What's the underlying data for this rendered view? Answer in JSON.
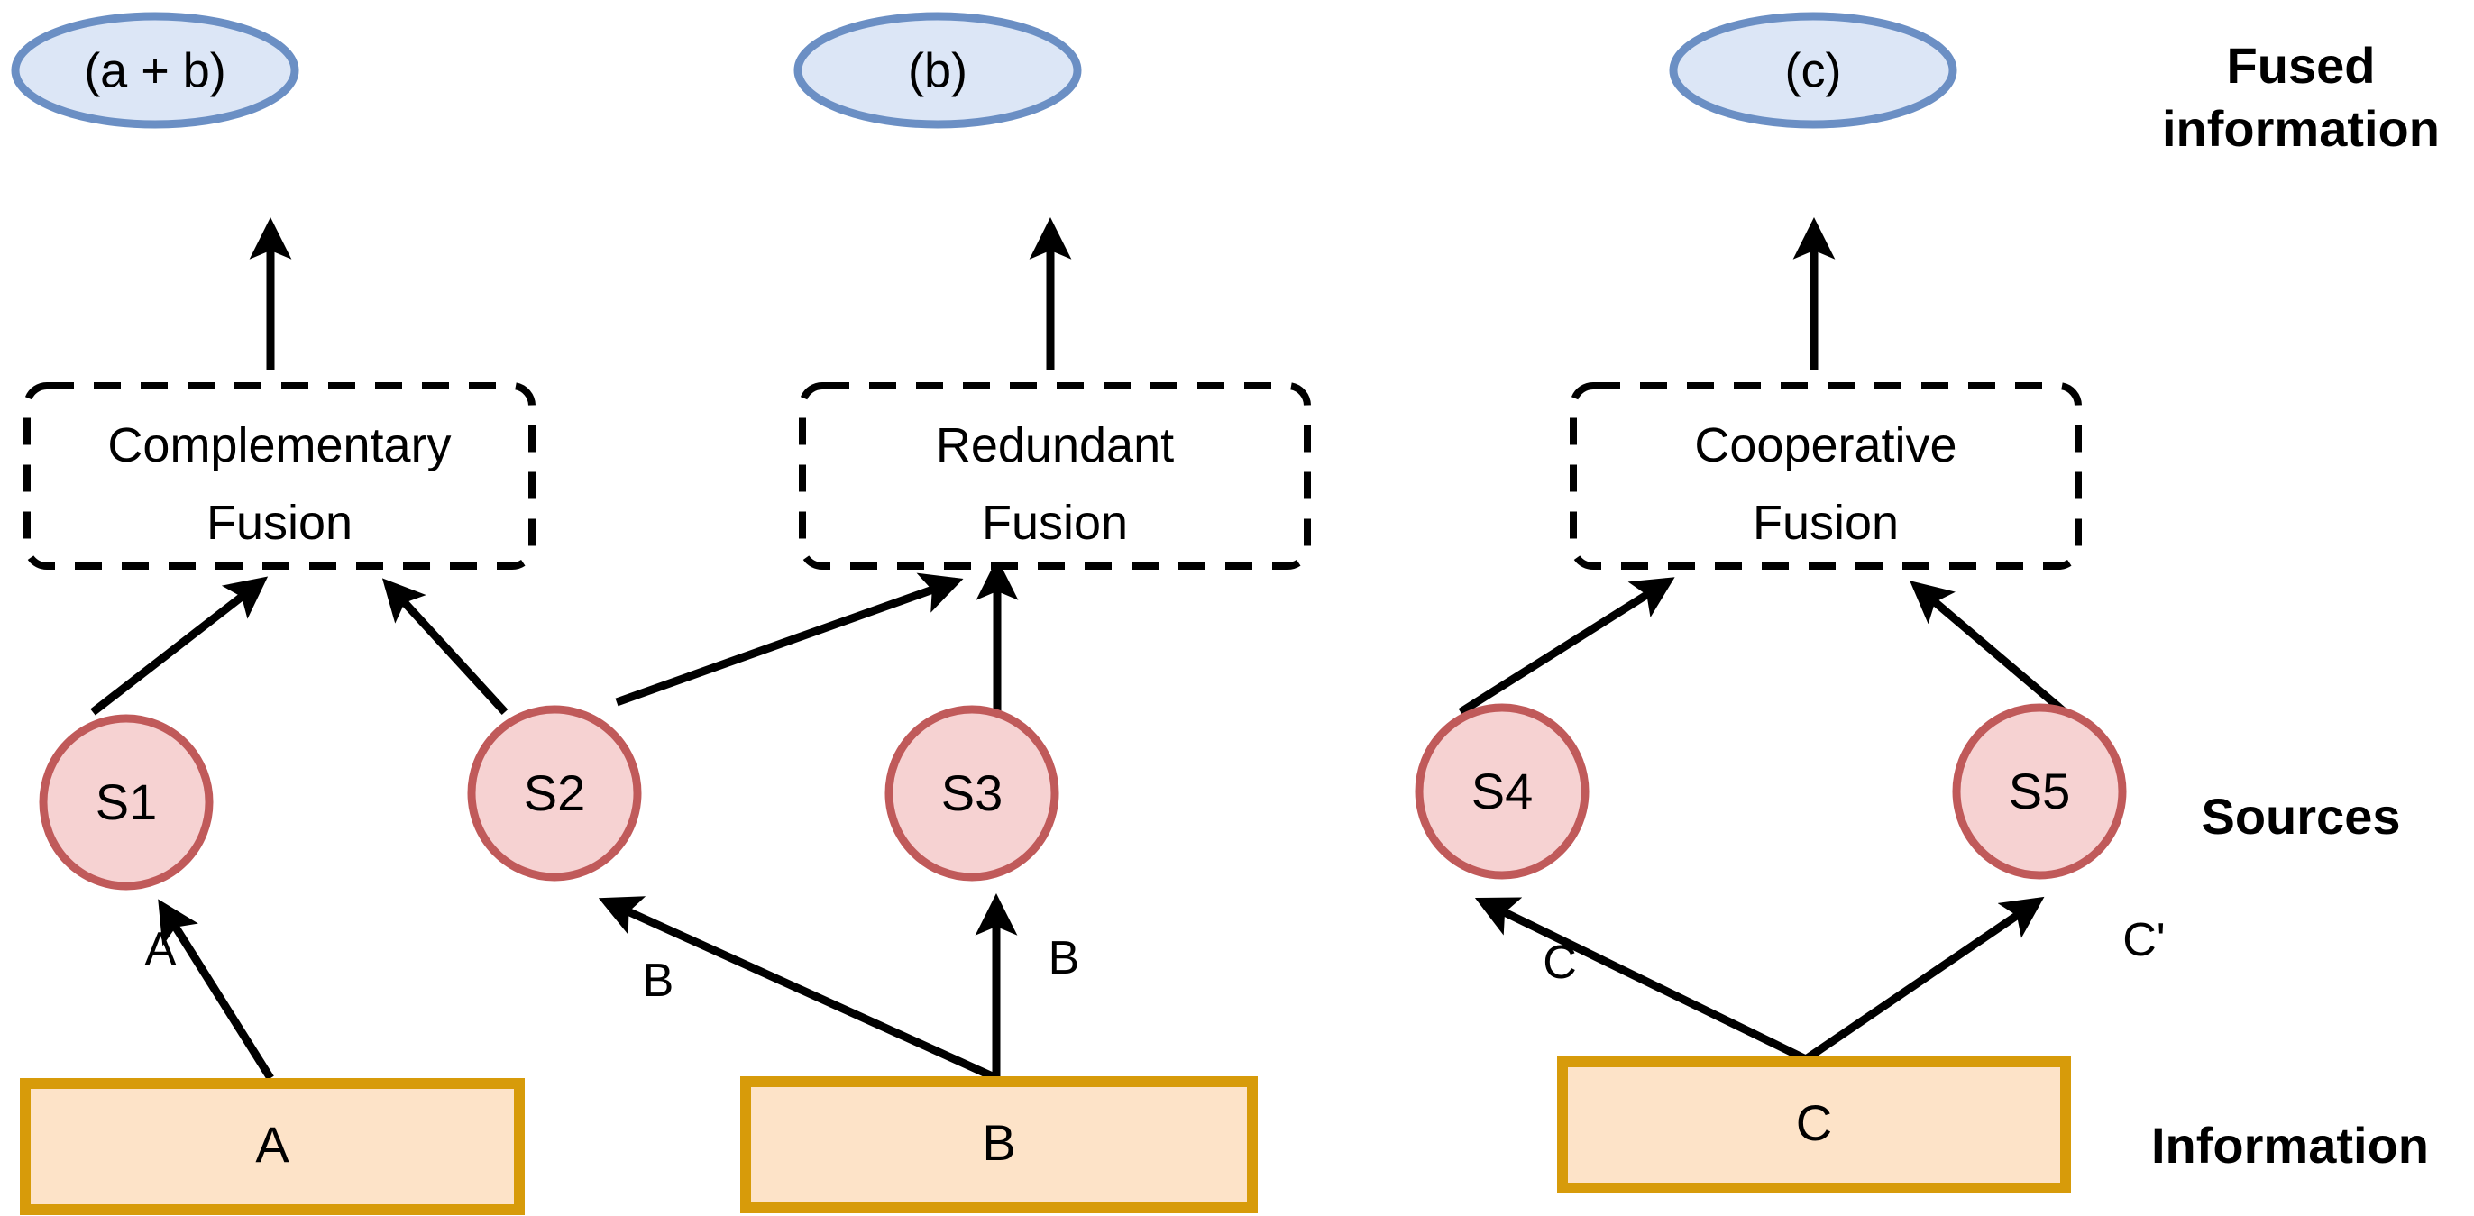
{
  "figure": {
    "title": "Information fusion taxonomy diagram",
    "background_color": "#ffffff"
  },
  "colors": {
    "fused_fill": "#dce6f6",
    "fused_stroke": "#6b8fc4",
    "source_fill": "#f6d2d2",
    "source_stroke": "#c05a5a",
    "information_fill": "#fde3c8",
    "information_stroke": "#d79b0a",
    "edge": "#000000",
    "fusion_box_stroke": "#000000"
  },
  "legend": {
    "row_fused_line1": "Fused",
    "row_fused_line2": "information",
    "row_sources": "Sources",
    "row_information": "Information"
  },
  "fused_nodes": [
    {
      "id": "fused-a-b",
      "label": "(a + b)"
    },
    {
      "id": "fused-b",
      "label": "(b)"
    },
    {
      "id": "fused-c",
      "label": "(c)"
    }
  ],
  "fusion_blocks": [
    {
      "id": "complementary-fusion",
      "line1": "Complementary",
      "line2": "Fusion"
    },
    {
      "id": "redundant-fusion",
      "line1": "Redundant",
      "line2": "Fusion"
    },
    {
      "id": "cooperative-fusion",
      "line1": "Cooperative",
      "line2": "Fusion"
    }
  ],
  "sources": [
    {
      "id": "source-s1",
      "label": "S1"
    },
    {
      "id": "source-s2",
      "label": "S2"
    },
    {
      "id": "source-s3",
      "label": "S3"
    },
    {
      "id": "source-s4",
      "label": "S4"
    },
    {
      "id": "source-s5",
      "label": "S5"
    }
  ],
  "information_boxes": [
    {
      "id": "information-a",
      "label": "A"
    },
    {
      "id": "information-b",
      "label": "B"
    },
    {
      "id": "information-c",
      "label": "C"
    }
  ],
  "edge_labels": [
    {
      "id": "edge-label-a",
      "label": "A"
    },
    {
      "id": "edge-label-b1",
      "label": "B"
    },
    {
      "id": "edge-label-b2",
      "label": "B"
    },
    {
      "id": "edge-label-c",
      "label": "C"
    },
    {
      "id": "edge-label-c-prime",
      "label": "C'"
    }
  ]
}
